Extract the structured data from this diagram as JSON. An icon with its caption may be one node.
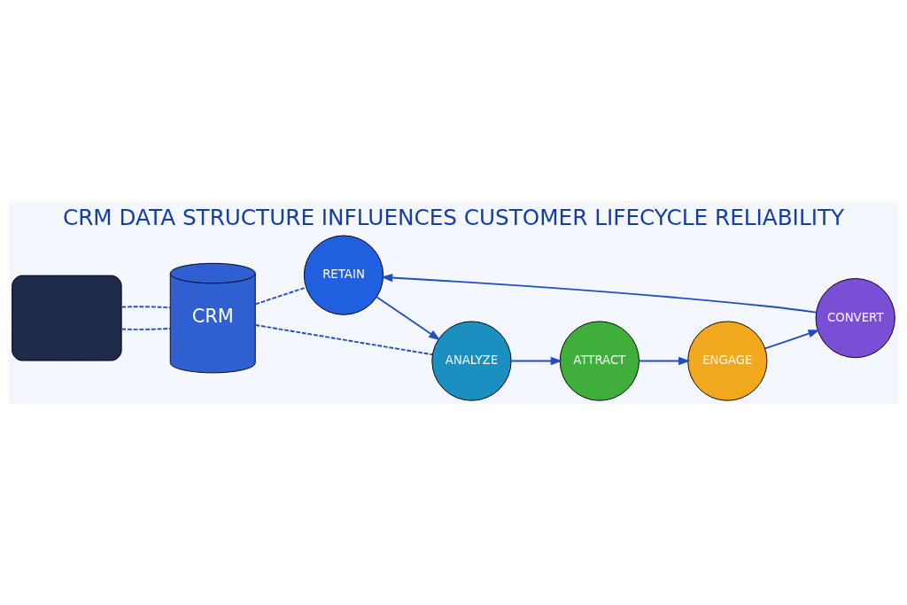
{
  "diagram": {
    "title": "CRM DATA STRUCTURE INFLUENCES CUSTOMER LIFECYCLE RELIABILITY",
    "nodes": [
      {
        "text": [],
        "shape": "box"
      },
      {
        "text": [
          "CRM"
        ]
      },
      {
        "text": [
          "ATTRACT"
        ]
      },
      {
        "text": [
          "ENGAGE"
        ]
      },
      {
        "text": [
          "CONVERT"
        ]
      },
      {
        "text": [
          "RETAIN"
        ]
      },
      {
        "text": [
          "ANALYZE"
        ]
      }
    ],
    "edges": [
      {
        "from": 0,
        "to": 1,
        "arrow": "none",
        "style": "dashed"
      },
      {
        "from": 0,
        "to": 1,
        "arrow": "none",
        "style": "dashed"
      },
      {
        "from": 1,
        "to": 6,
        "arrow": "none",
        "style": "dashed"
      },
      {
        "from": 1,
        "to": 5,
        "arrow": "none",
        "style": "dashed"
      },
      {
        "from": 2,
        "to": 3,
        "arrow": "to"
      },
      {
        "from": 3,
        "to": 4,
        "arrow": "to"
      },
      {
        "from": 4,
        "to": 5,
        "arrow": "to"
      },
      {
        "from": 5,
        "to": 6,
        "arrow": "to"
      },
      {
        "from": 6,
        "to": 2,
        "arrow": "to"
      }
    ]
  }
}
